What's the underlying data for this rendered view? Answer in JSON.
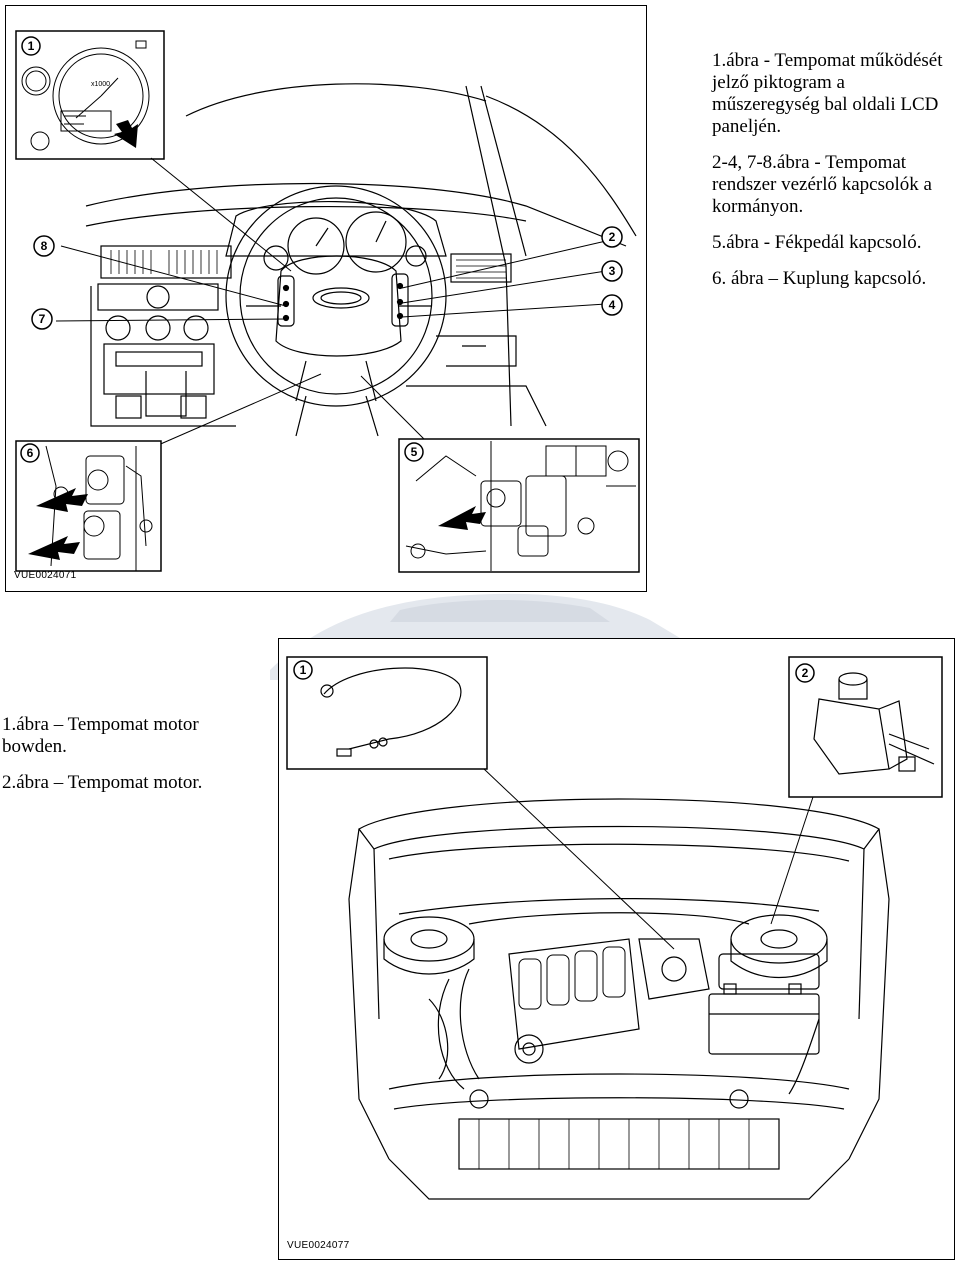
{
  "top_caption": {
    "lines": [
      "1.ábra - Tempomat működését jelző piktogram a műszeregység bal oldali LCD paneljén.",
      "2-4, 7-8.ábra - Tempomat rendszer vezérlő kapcsolók a kormányon.",
      "5.ábra - Fékpedál kapcsoló.",
      "6. ábra – Kuplung kapcsoló."
    ]
  },
  "bottom_caption": {
    "lines": [
      "1.ábra – Tempomat motor bowden.",
      "2.ábra – Tempomat motor."
    ]
  },
  "figure_top": {
    "code": "VUE0024071",
    "callouts": [
      "1",
      "2",
      "3",
      "4",
      "5",
      "6",
      "7",
      "8"
    ],
    "gauge_label": "x1000"
  },
  "figure_bottom": {
    "code": "VUE0024077",
    "callouts": [
      "1",
      "2"
    ]
  },
  "icons": [
    "steering-wheel-illustration",
    "engine-bay-illustration",
    "arrow-icon"
  ]
}
